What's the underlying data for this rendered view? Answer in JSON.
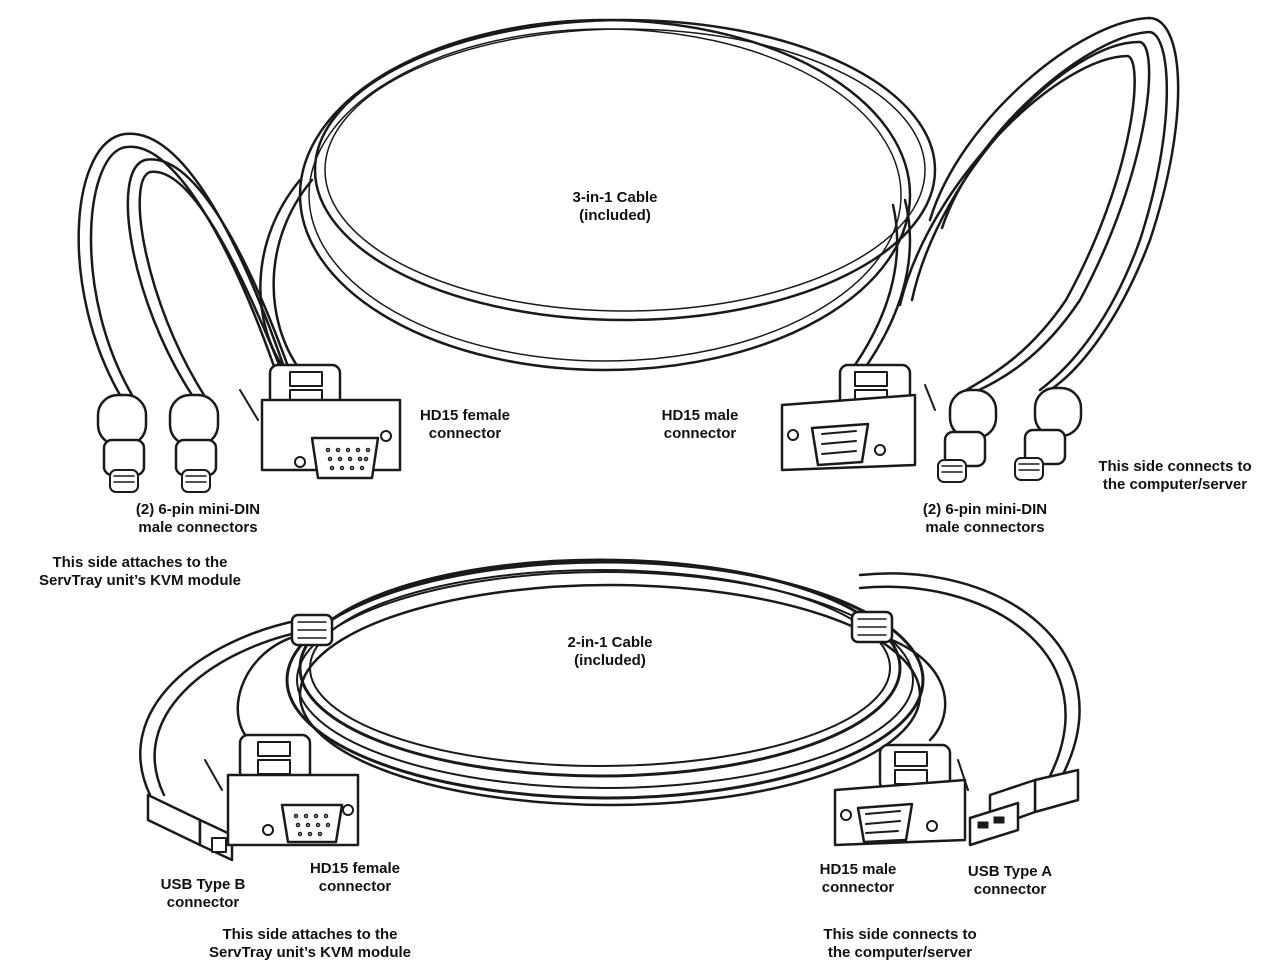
{
  "top_cable": {
    "title": "3-in-1 Cable",
    "subtitle": "(included)",
    "left_hd15": [
      "HD15 female",
      "connector"
    ],
    "left_mini_din": [
      "(2) 6-pin mini-DIN",
      "male connectors"
    ],
    "left_side_note": [
      "This side attaches to the",
      "ServTray unit’s KVM module"
    ],
    "right_hd15": [
      "HD15 male",
      "connector"
    ],
    "right_mini_din": [
      "(2) 6-pin mini-DIN",
      "male connectors"
    ],
    "right_side_note": [
      "This side connects to",
      "the computer/server"
    ]
  },
  "bottom_cable": {
    "title": "2-in-1 Cable",
    "subtitle": "(included)",
    "left_usb": [
      "USB Type B",
      "connector"
    ],
    "left_hd15": [
      "HD15 female",
      "connector"
    ],
    "left_side_note": [
      "This side attaches to the",
      "ServTray unit’s KVM module"
    ],
    "right_hd15": [
      "HD15 male",
      "connector"
    ],
    "right_usb": [
      "USB Type A",
      "connector"
    ],
    "right_side_note": [
      "This side connects to",
      "the computer/server"
    ]
  },
  "colors": {
    "stroke": "#1a1a1a",
    "fill": "#ffffff"
  }
}
